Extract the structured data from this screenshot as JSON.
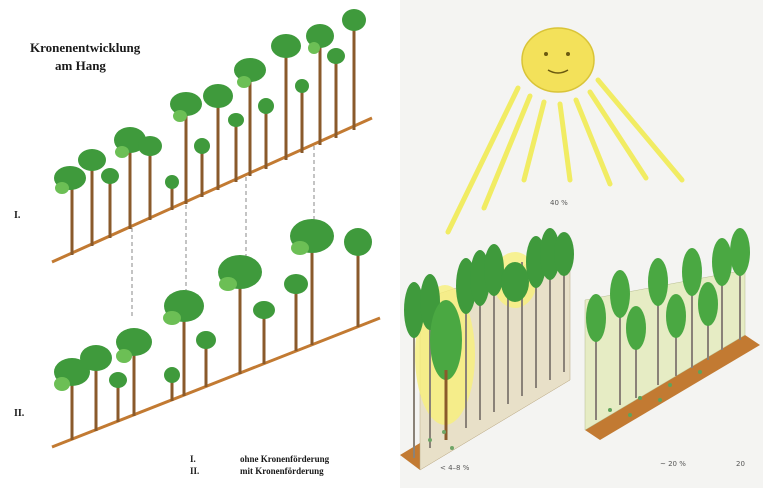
{
  "left_panel": {
    "title_line1": "Kronenentwicklung",
    "title_line2": "am Hang",
    "row_label_1": "I.",
    "row_label_2": "II.",
    "legend": [
      {
        "key": "I.",
        "text": "ohne Kronenförderung"
      },
      {
        "key": "II.",
        "text": "mit Kronenförderung"
      }
    ]
  },
  "right_panel": {
    "sun_label": "40 %",
    "left_block_label": "< 4–8 %",
    "right_block_label": "~ 20 %",
    "corner_mark": "20"
  },
  "colors": {
    "tree_green": "#3f9a3c",
    "tree_light": "#6cbf55",
    "trunk": "#8a5a2b",
    "ground": "#c27a32",
    "sun": "#f3e15a",
    "ray": "#f1ec63"
  }
}
